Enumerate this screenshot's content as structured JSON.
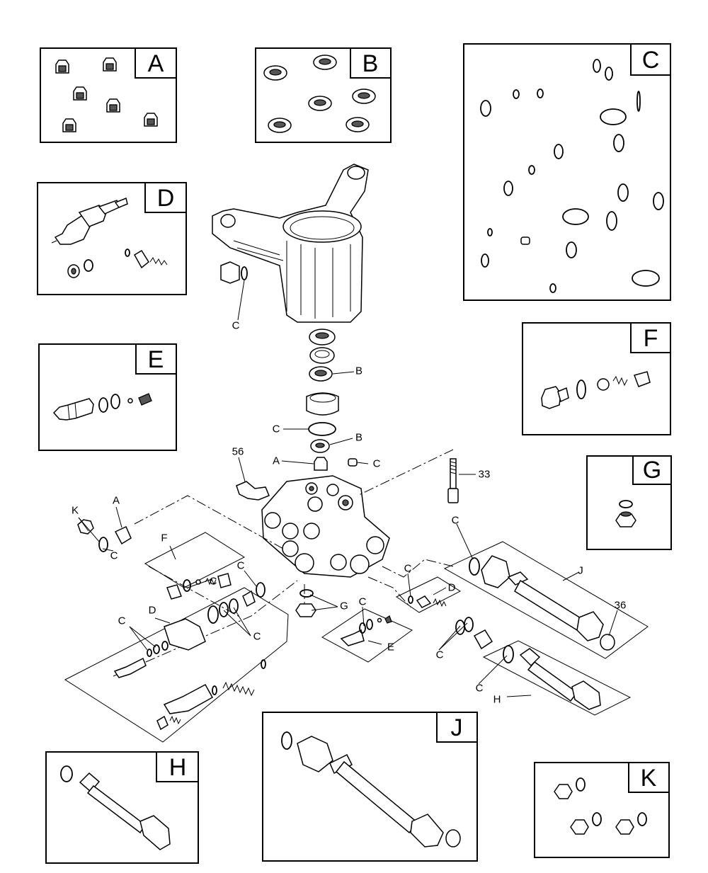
{
  "kits": [
    {
      "id": "A"
    },
    {
      "id": "B"
    },
    {
      "id": "C"
    },
    {
      "id": "D"
    },
    {
      "id": "E"
    },
    {
      "id": "F"
    },
    {
      "id": "G"
    },
    {
      "id": "H"
    },
    {
      "id": "J"
    },
    {
      "id": "K"
    }
  ],
  "callouts": {
    "c_pump": "C",
    "b_upper": "B",
    "c_mid": "C",
    "b_lower": "B",
    "a_top": "A",
    "c_cap": "C",
    "n56": "56",
    "n33": "33",
    "k_left": "K",
    "a_left": "A",
    "c_k": "C",
    "f_lbl": "F",
    "c_f": "C",
    "c_d1": "C",
    "d_lbl": "D",
    "c_d2": "C",
    "c_d3": "C",
    "g_lbl": "G",
    "c_e": "C",
    "e_lbl": "E",
    "c_rd": "C",
    "d_rlbl": "D",
    "c_j": "C",
    "j_lbl": "J",
    "n36": "36",
    "c_r2": "C",
    "c_h": "C",
    "h_lbl": "H"
  }
}
